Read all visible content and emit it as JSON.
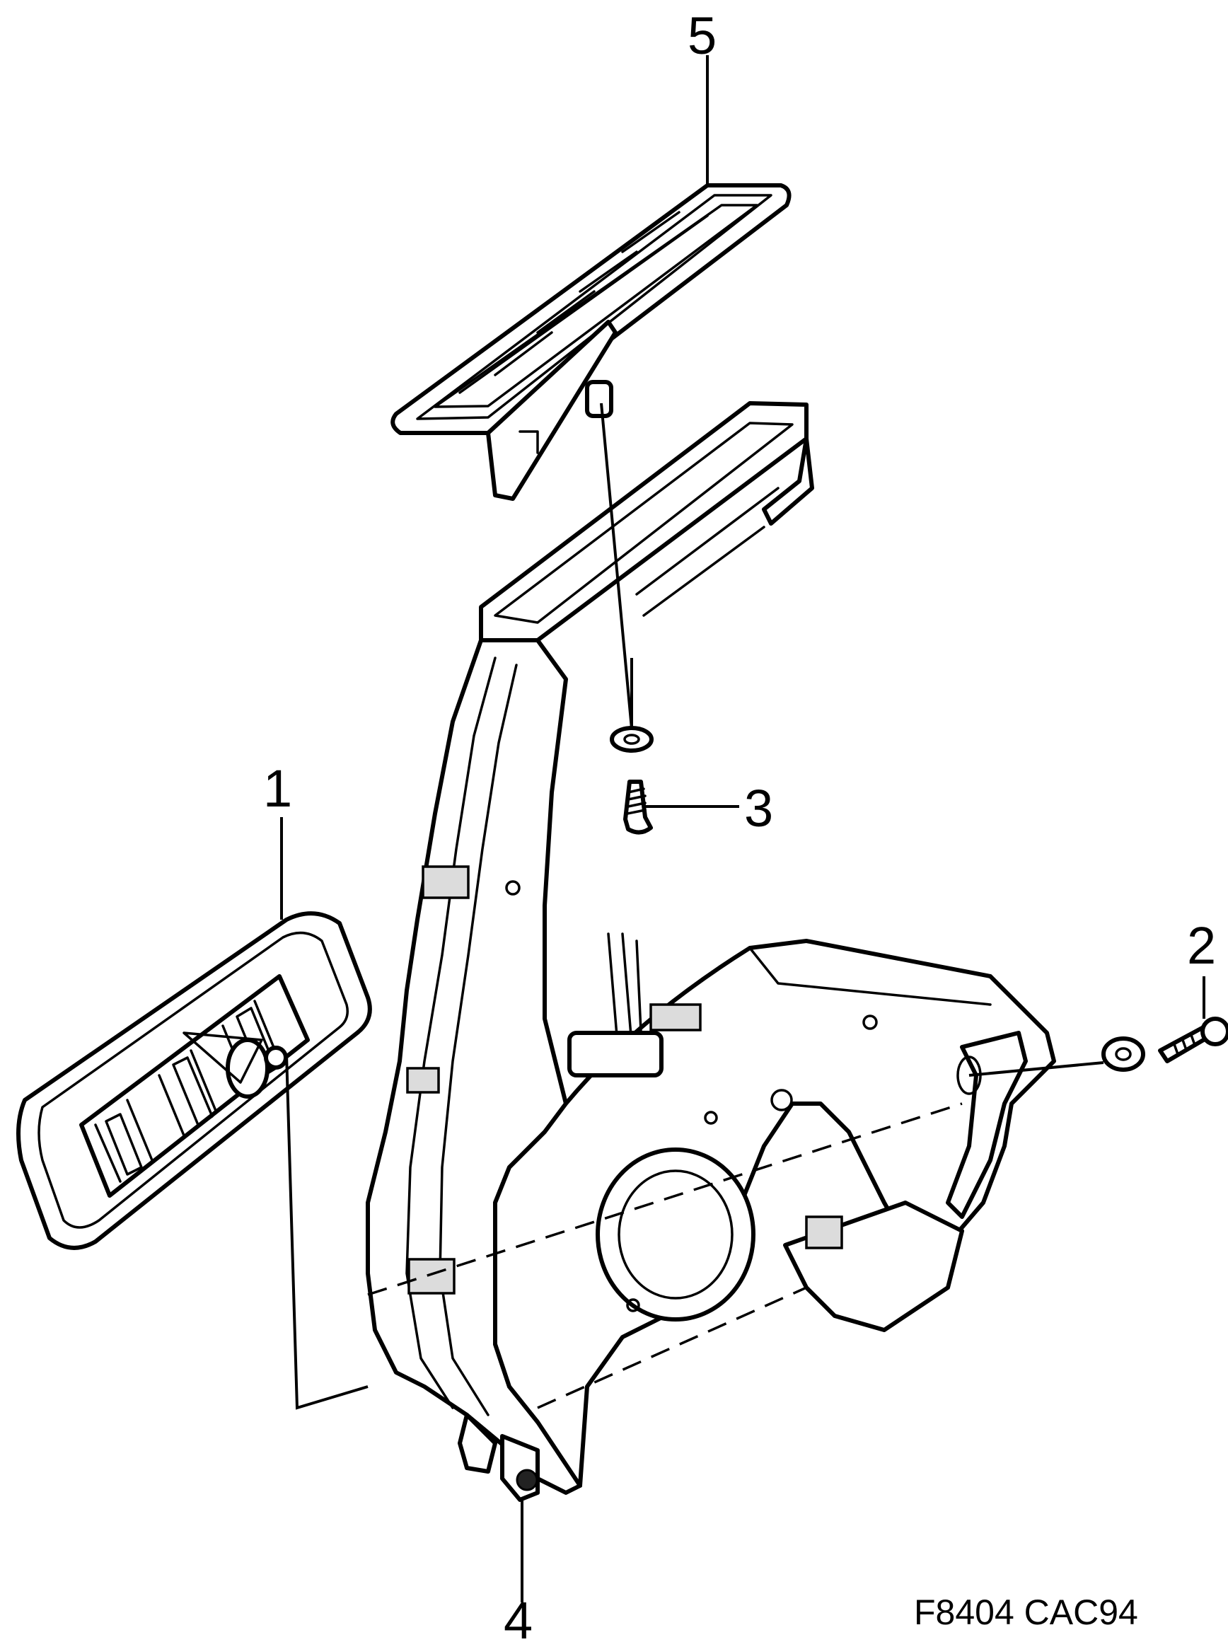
{
  "callouts": {
    "c1": "1",
    "c2": "2",
    "c3": "3",
    "c4": "4",
    "c5": "5"
  },
  "figure_code": "F8404 CAC94"
}
